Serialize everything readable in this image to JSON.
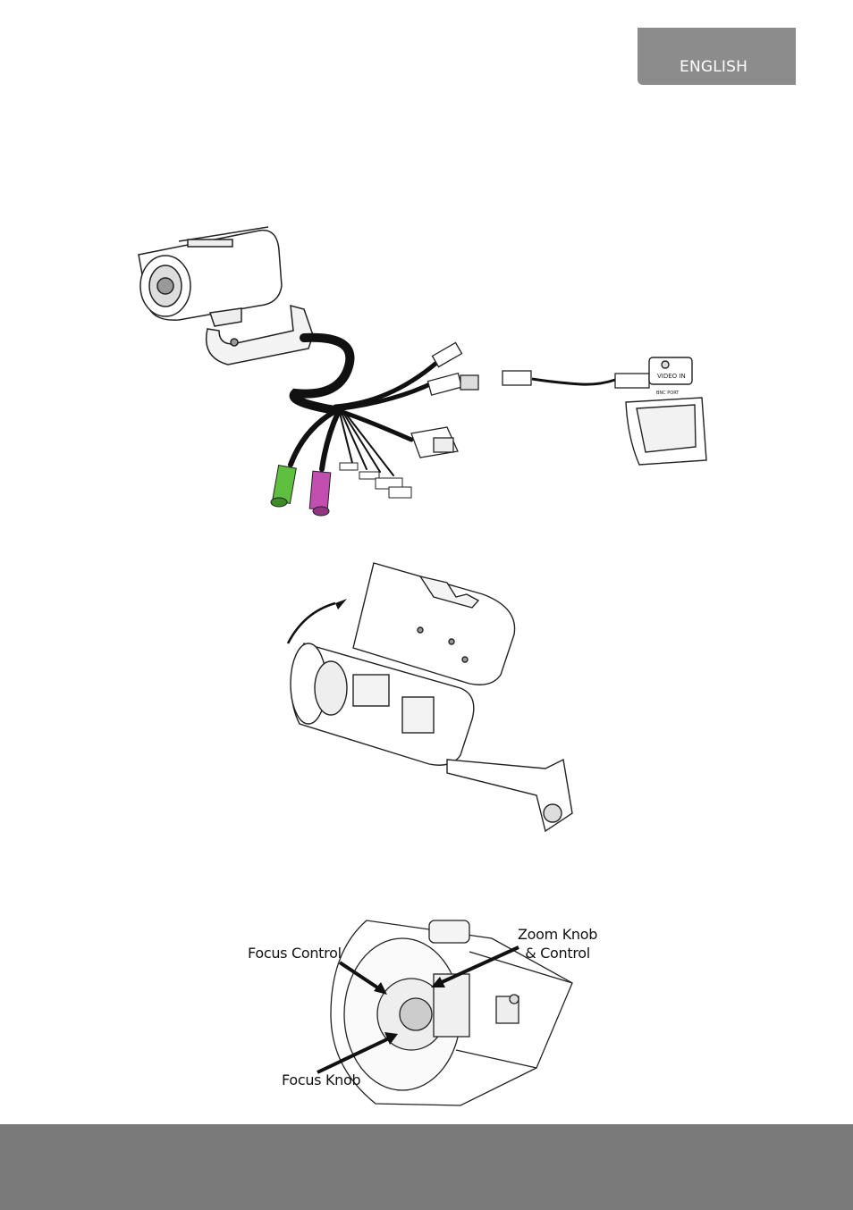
{
  "header": {
    "language_tab": "ENGLISH"
  },
  "figure1": {
    "monitor_port_label": "VIDEO IN",
    "monitor_port_sublabel": "BNC PORT"
  },
  "figure3": {
    "focus_control_label": "Focus Control",
    "zoom_label_line1": "Zoom Knob",
    "zoom_label_line2": "& Control",
    "focus_knob_label": "Focus Knob"
  },
  "colors": {
    "tab_gray": "#8c8c8c",
    "footer_gray": "#7a7a7a",
    "green_connector": "#5fbf3f",
    "pink_connector": "#c24fb0"
  }
}
